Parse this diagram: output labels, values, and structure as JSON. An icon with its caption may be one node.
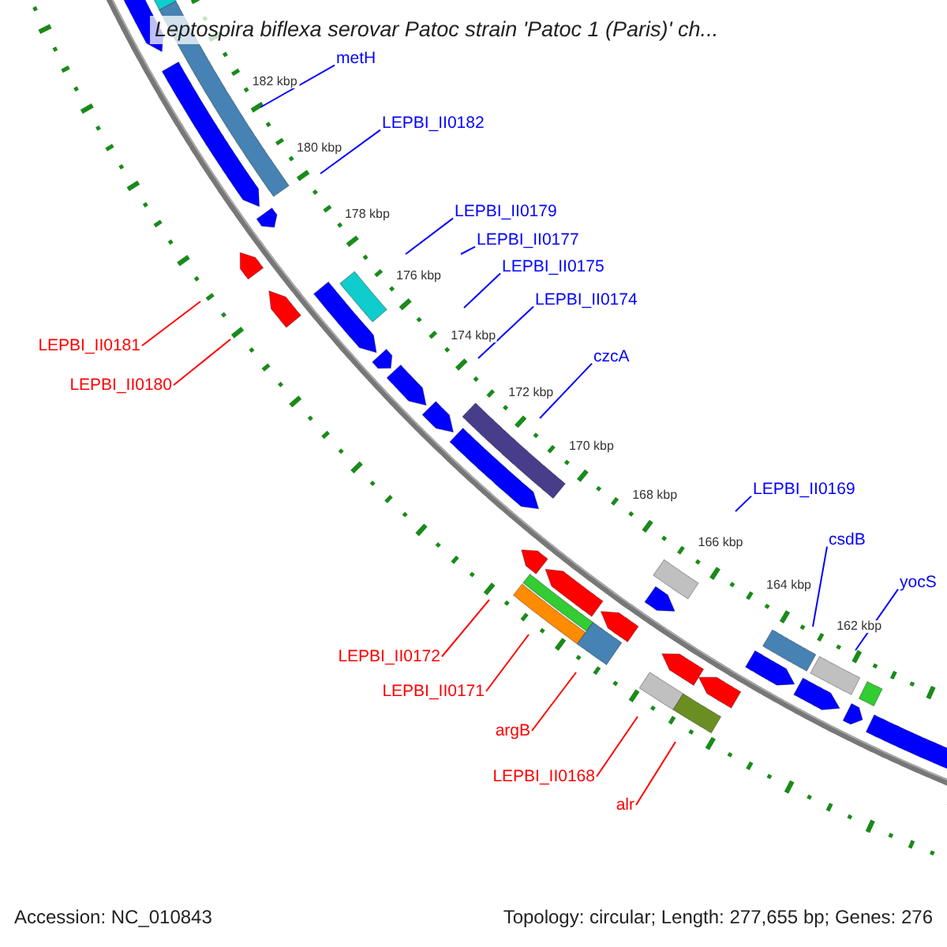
{
  "diagram": {
    "title": "Leptospira biflexa serovar Patoc strain 'Patoc 1 (Paris)' ch...",
    "nodes": [
      {
        "text": [
          "metH"
        ]
      },
      {
        "text": [
          "LEPBI_II0182"
        ]
      },
      {
        "text": [
          "LEPBI_II0179"
        ]
      },
      {
        "text": [
          "LEPBI_II0177"
        ]
      },
      {
        "text": [
          "LEPBI_II0175"
        ]
      },
      {
        "text": [
          "LEPBI_II0174"
        ]
      },
      {
        "text": [
          "LEPBI_II0181"
        ]
      },
      {
        "text": [
          "czcA"
        ]
      },
      {
        "text": [
          "LEPBI_II0180"
        ]
      },
      {
        "text": [
          "LEPBI_II0169"
        ]
      },
      {
        "text": [
          "csdB"
        ]
      },
      {
        "text": [
          "yocS"
        ]
      },
      {
        "text": [
          "LEPBI_II0172"
        ]
      },
      {
        "text": [
          "LEPBI_II0171"
        ]
      },
      {
        "text": [
          "argB"
        ]
      },
      {
        "text": [
          "LEPBI_II0168"
        ]
      },
      {
        "text": [
          "alr"
        ]
      }
    ],
    "edges": [
      {
        "from": 0,
        "to": null,
        "arrow": "none"
      },
      {
        "from": 1,
        "to": null,
        "arrow": "none"
      },
      {
        "from": 2,
        "to": null,
        "arrow": "none"
      },
      {
        "from": 3,
        "to": null,
        "arrow": "none"
      },
      {
        "from": 4,
        "to": null,
        "arrow": "none"
      },
      {
        "from": 5,
        "to": null,
        "arrow": "none"
      },
      {
        "from": 6,
        "to": null,
        "arrow": "none",
        "color": "#ff0000"
      },
      {
        "from": 7,
        "to": null,
        "arrow": "none"
      },
      {
        "from": 8,
        "to": null,
        "arrow": "none",
        "color": "#ff0000"
      },
      {
        "from": 9,
        "to": null,
        "arrow": "none"
      },
      {
        "from": 10,
        "to": null,
        "arrow": "none"
      },
      {
        "from": 11,
        "to": null,
        "arrow": "none"
      },
      {
        "from": 12,
        "to": null,
        "arrow": "none",
        "color": "#ff0000"
      },
      {
        "from": 13,
        "to": null,
        "arrow": "none",
        "color": "#ff0000"
      },
      {
        "from": 14,
        "to": null,
        "arrow": "none",
        "color": "#ff0000"
      },
      {
        "from": 15,
        "to": null,
        "arrow": "none",
        "color": "#ff0000"
      },
      {
        "from": 16,
        "to": null,
        "arrow": "none",
        "color": "#ff0000"
      }
    ],
    "labels": [
      "182 kbp",
      "180 kbp",
      "178 kbp",
      "176 kbp",
      "174 kbp",
      "172 kbp",
      "170 kbp",
      "168 kbp",
      "166 kbp",
      "164 kbp",
      "162 kbp",
      "Accession: NC_010843",
      "Topology: circular; Length: 277,655 bp; Genes: 276"
    ]
  }
}
